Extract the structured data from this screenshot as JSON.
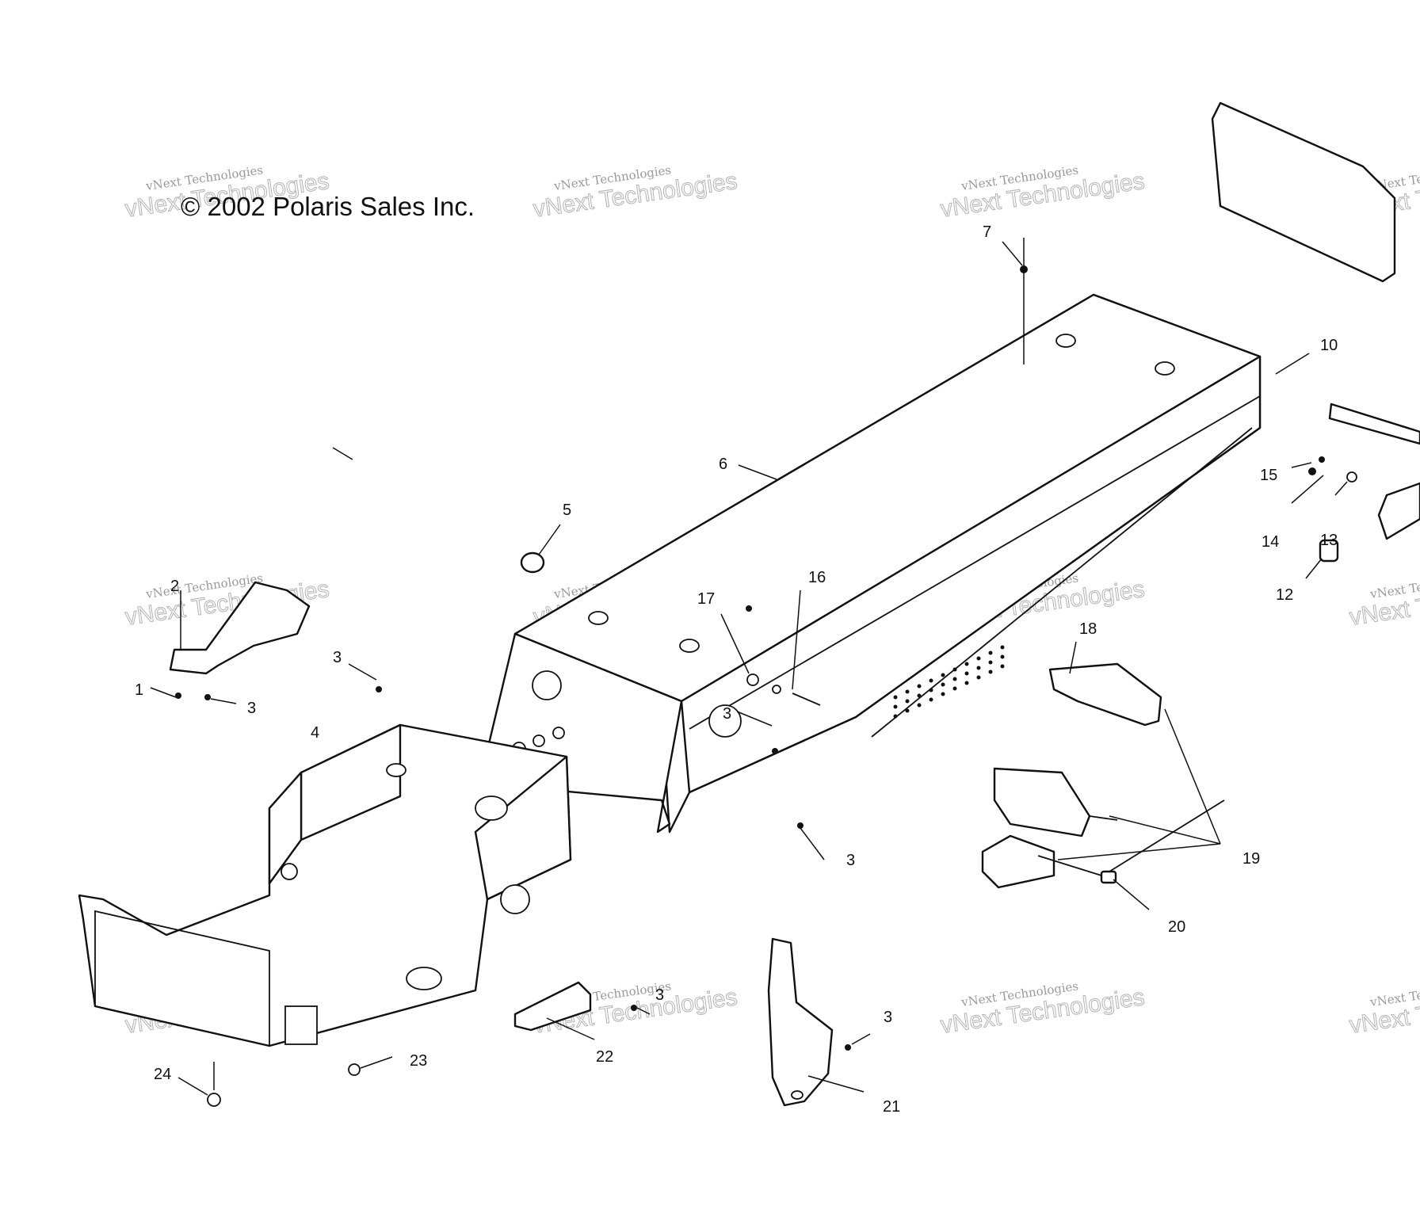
{
  "copyright": "© 2002 Polaris Sales Inc.",
  "watermark": {
    "line1": "vNext Technologies",
    "line2": "vNext Technologies"
  },
  "callouts": [
    {
      "id": "c1",
      "label": "1"
    },
    {
      "id": "c2",
      "label": "2"
    },
    {
      "id": "c3a",
      "label": "3"
    },
    {
      "id": "c3b",
      "label": "3"
    },
    {
      "id": "c3c",
      "label": "3"
    },
    {
      "id": "c3d",
      "label": "3"
    },
    {
      "id": "c3e",
      "label": "3"
    },
    {
      "id": "c3f",
      "label": "3"
    },
    {
      "id": "c4",
      "label": "4"
    },
    {
      "id": "c5",
      "label": "5"
    },
    {
      "id": "c6",
      "label": "6"
    },
    {
      "id": "c7",
      "label": "7"
    },
    {
      "id": "c10",
      "label": "10"
    },
    {
      "id": "c12",
      "label": "12"
    },
    {
      "id": "c13",
      "label": "13"
    },
    {
      "id": "c14",
      "label": "14"
    },
    {
      "id": "c15",
      "label": "15"
    },
    {
      "id": "c16",
      "label": "16"
    },
    {
      "id": "c17",
      "label": "17"
    },
    {
      "id": "c18",
      "label": "18"
    },
    {
      "id": "c19",
      "label": "19"
    },
    {
      "id": "c20",
      "label": "20"
    },
    {
      "id": "c21",
      "label": "21"
    },
    {
      "id": "c22",
      "label": "22"
    },
    {
      "id": "c23",
      "label": "23"
    },
    {
      "id": "c24",
      "label": "24"
    }
  ]
}
